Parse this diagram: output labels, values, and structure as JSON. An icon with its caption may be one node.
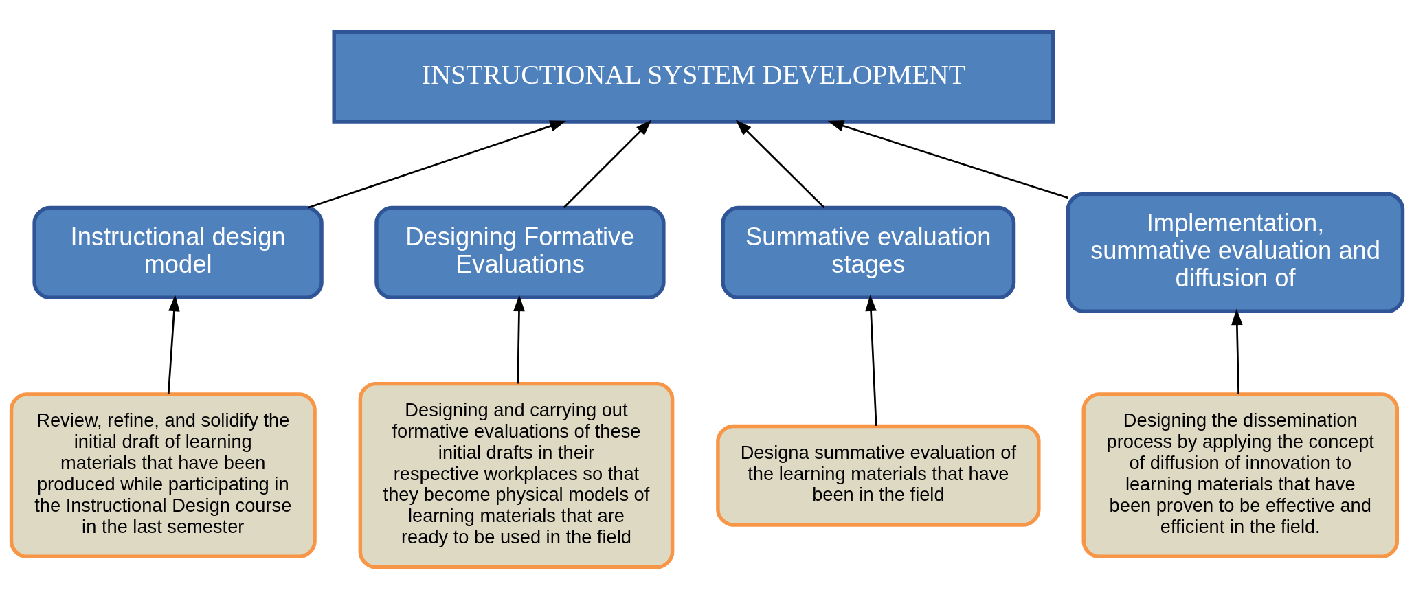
{
  "diagram": {
    "nodes": [
      {
        "text": [
          "INSTRUCTIONAL SYSTEM DEVELOPMENT"
        ]
      },
      {
        "text": [
          "Instructional design model"
        ]
      },
      {
        "text": [
          "Designing Formative Evaluations"
        ]
      },
      {
        "text": [
          "Summative evaluation stages"
        ]
      },
      {
        "text": [
          "Implementation, summative evaluation and diffusion of"
        ]
      },
      {
        "text": [
          "Review, refine, and solidify the initial draft of learning materials that have been produced while participating in the Instructional Design course in the last semester"
        ]
      },
      {
        "text": [
          "Designing and carrying out formative evaluations of these initial drafts in their respective workplaces so that they become physical models of learning materials that are ready to be used in the field"
        ]
      },
      {
        "text": [
          "Designa summative evaluation of the learning materials that have been in the field"
        ]
      },
      {
        "text": [
          "Designing the dissemination process by applying the concept of diffusion of innovation to learning materials that have been proven to be effective and efficient in the field."
        ]
      }
    ],
    "edges": [
      {
        "from": 1,
        "to": 0,
        "arrow": "to"
      },
      {
        "from": 2,
        "to": 0,
        "arrow": "to"
      },
      {
        "from": 3,
        "to": 0,
        "arrow": "to"
      },
      {
        "from": 4,
        "to": 0,
        "arrow": "to"
      },
      {
        "from": 5,
        "to": 1,
        "arrow": "to"
      },
      {
        "from": 6,
        "to": 2,
        "arrow": "to"
      },
      {
        "from": 7,
        "to": 3,
        "arrow": "to"
      },
      {
        "from": 8,
        "to": 4,
        "arrow": "to"
      }
    ]
  }
}
